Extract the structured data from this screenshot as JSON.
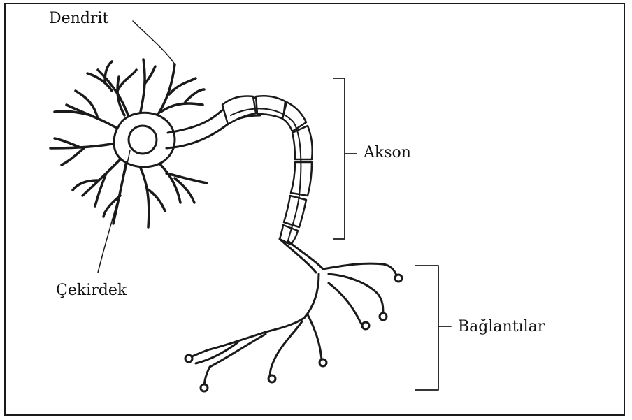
{
  "labels": {
    "dendrit": "Dendrit",
    "akson": "Akson",
    "cekirdek": "Çekirdek",
    "baglantilar": "Bağlantılar"
  },
  "colors": {
    "stroke": "#1a1a1a",
    "background": "#ffffff"
  }
}
